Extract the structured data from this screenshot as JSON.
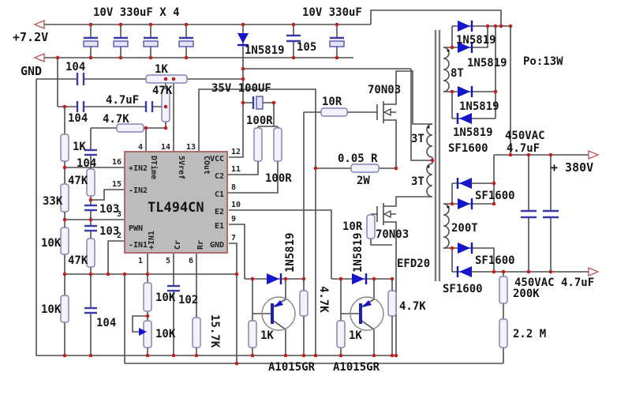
{
  "terminals": {
    "vin": "+7.2V",
    "gnd": "GND",
    "vout": "+ 380V",
    "po": "Po:13W"
  },
  "input": {
    "bulk_caps": "10V 330uF X 4",
    "aux_cap": "10V 330uF",
    "c105": "105",
    "d_supply": "1N5819",
    "vcc_cap": "35V 100UF",
    "c104_h1": "104",
    "c104_h2": "104"
  },
  "ea": {
    "r1k": "1K",
    "r47k": "47K",
    "c4u7": "4.7uF",
    "r4k7": "4.7K"
  },
  "leftcol": {
    "r1k": "1K",
    "c104": "104",
    "r47k_a": "47K",
    "r33k": "33K",
    "c103_a": "103",
    "c103_b": "103",
    "r10k_a": "10K",
    "r47k_b": "47K",
    "r10k_b": "10K",
    "c104_b": "104"
  },
  "osc": {
    "c102": "102",
    "r15k7": "15.7K",
    "r10k": "10K",
    "pot10k": "10K"
  },
  "coll": {
    "r100_a": "100R",
    "r100_b": "100R"
  },
  "drv": {
    "d_a": "1N5819",
    "d_b": "1N5819",
    "r4k7_a": "4.7K",
    "r4k7_b": "4.7K",
    "r1k_a": "1K",
    "r1k_b": "1K",
    "q_a": "A1015GR",
    "q_b": "A1015GR"
  },
  "pwr": {
    "r10_a": "10R",
    "r10_b": "10R",
    "fet_a": "70N03",
    "fet_b": "70N03",
    "sense": "0.05 R",
    "sense_pw": "2W"
  },
  "xfmr": {
    "p_a": "3T",
    "p_b": "3T",
    "s_top": "8T",
    "s_hv": "200T",
    "core": "EFD20"
  },
  "rect": {
    "d1": "1N5819",
    "d2": "1N5819",
    "d3": "1N5819",
    "d4": "1N5819",
    "sf1": "SF1600",
    "sf2": "SF1600",
    "sf3": "SF1600",
    "sf4": "SF1600",
    "cap_top_l1": "450VAC",
    "cap_top_l2": "4.7uF",
    "cap_bottom": "450VAC 4.7uF",
    "r200k": "200K",
    "r2m2": "2.2 M"
  },
  "ic": {
    "part": "TL494CN",
    "left": [
      {
        "n": "16",
        "l": "+IN2"
      },
      {
        "n": "15",
        "l": "-IN2"
      },
      {
        "n": "3",
        "l": "PWN"
      },
      {
        "n": "2",
        "l": "-IN1"
      }
    ],
    "top": [
      {
        "n": "4",
        "l": "DTime"
      },
      {
        "n": "14",
        "l": "5Vref"
      },
      {
        "n": "13",
        "l": "COut"
      }
    ],
    "right": [
      {
        "n": "12",
        "l": "VCC"
      },
      {
        "n": "11",
        "l": "C2"
      },
      {
        "n": "8",
        "l": "C1"
      },
      {
        "n": "10",
        "l": "E2"
      },
      {
        "n": "9",
        "l": "E1"
      },
      {
        "n": "7",
        "l": "GND"
      }
    ],
    "bottom": [
      {
        "n": "1",
        "l": "+IN1"
      },
      {
        "n": "5",
        "l": "Cr"
      },
      {
        "n": "6",
        "l": "Rr"
      }
    ]
  }
}
